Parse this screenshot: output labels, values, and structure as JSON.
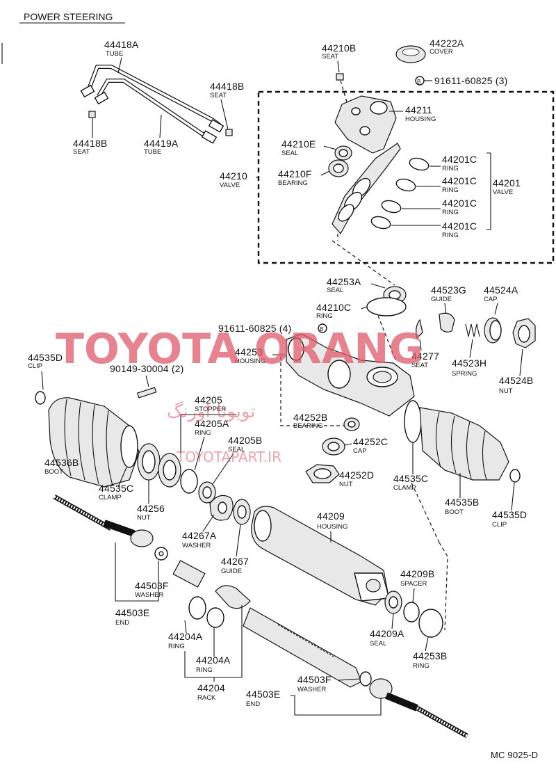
{
  "header": {
    "title": "POWER STEERING"
  },
  "footer": {
    "code": "MC 9025-D"
  },
  "watermark": {
    "main": "TOYOTA ORANG",
    "persian": "تویوتا اورنگ",
    "site": "TOYOTAPART.IR",
    "color": "#e05a6a"
  },
  "parts": {
    "p44418A": {
      "num": "44418A",
      "name": "TUBE"
    },
    "p44418B_top": {
      "num": "44418B",
      "name": "SEAT"
    },
    "p44418B_left": {
      "num": "44418B",
      "name": "SEAT"
    },
    "p44419A": {
      "num": "44419A",
      "name": "TUBE"
    },
    "p44210B": {
      "num": "44210B",
      "name": "SEAT"
    },
    "p44222A": {
      "num": "44222A",
      "name": "COVER"
    },
    "p91611_top": {
      "num": "91611-60825 (3)"
    },
    "p44211": {
      "num": "44211",
      "name": "HOUSING"
    },
    "p44210E": {
      "num": "44210E",
      "name": "SEAL"
    },
    "p44210": {
      "num": "44210",
      "name": "VALVE"
    },
    "p44210F": {
      "num": "44210F",
      "name": "BEARING"
    },
    "p44201C_1": {
      "num": "44201C",
      "name": "RING"
    },
    "p44201C_2": {
      "num": "44201C",
      "name": "RING"
    },
    "p44201C_3": {
      "num": "44201C",
      "name": "RING"
    },
    "p44201C_4": {
      "num": "44201C",
      "name": "RING"
    },
    "p44201": {
      "num": "44201",
      "name": "VALVE"
    },
    "p44253A": {
      "num": "44253A",
      "name": "SEAL"
    },
    "p44210C": {
      "num": "44210C",
      "name": "RING"
    },
    "p91611_mid": {
      "num": "91611-60825 (4)"
    },
    "p44253": {
      "num": "44253",
      "name": "HOUSING"
    },
    "p44523G": {
      "num": "44523G",
      "name": "GUIDE"
    },
    "p44524A": {
      "num": "44524A",
      "name": "CAP"
    },
    "p44277": {
      "num": "44277",
      "name": "SEAT"
    },
    "p44523H": {
      "num": "44523H",
      "name": "SPRING"
    },
    "p44524B": {
      "num": "44524B",
      "name": "NUT"
    },
    "p44535D_left": {
      "num": "44535D",
      "name": "CLIP"
    },
    "p90149": {
      "num": "90149-30004 (2)"
    },
    "p44205": {
      "num": "44205",
      "name": "STOPPER"
    },
    "p44205A": {
      "num": "44205A",
      "name": "RING"
    },
    "p44205B": {
      "num": "44205B",
      "name": "SEAL"
    },
    "p44252B": {
      "num": "44252B",
      "name": "BEARING"
    },
    "p44252C": {
      "num": "44252C",
      "name": "CAP"
    },
    "p44252D": {
      "num": "44252D",
      "name": "NUT"
    },
    "p44536B": {
      "num": "44536B",
      "name": "BOOT"
    },
    "p44535C_left": {
      "num": "44535C",
      "name": "CLAMP"
    },
    "p44256": {
      "num": "44256",
      "name": "NUT"
    },
    "p44535C_right": {
      "num": "44535C",
      "name": "CLAMP"
    },
    "p44535B": {
      "num": "44535B",
      "name": "BOOT"
    },
    "p44535D_right": {
      "num": "44535D",
      "name": "CLIP"
    },
    "p44209": {
      "num": "44209",
      "name": "HOUSING"
    },
    "p44267A": {
      "num": "44267A",
      "name": "WASHER"
    },
    "p44267": {
      "num": "44267",
      "name": "GUIDE"
    },
    "p44503F_left": {
      "num": "44503F",
      "name": "WASHER"
    },
    "p44503E_left": {
      "num": "44503E",
      "name": "END"
    },
    "p44209B": {
      "num": "44209B",
      "name": "SPACER"
    },
    "p44209A": {
      "num": "44209A",
      "name": "SEAL"
    },
    "p44253B": {
      "num": "44253B",
      "name": "RING"
    },
    "p44204A_1": {
      "num": "44204A",
      "name": "RING"
    },
    "p44204A_2": {
      "num": "44204A",
      "name": "RING"
    },
    "p44204": {
      "num": "44204",
      "name": "RACK"
    },
    "p44503F_right": {
      "num": "44503F",
      "name": "WASHER"
    },
    "p44503E_right": {
      "num": "44503E",
      "name": "END"
    }
  }
}
